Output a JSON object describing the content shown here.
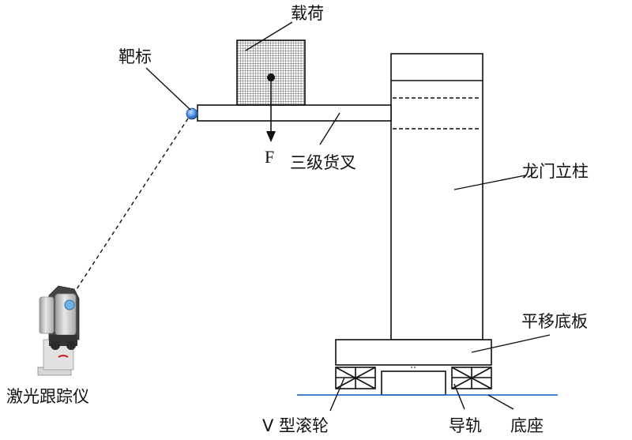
{
  "labels": {
    "load": "载荷",
    "target": "靶标",
    "force": "F",
    "fork": "三级货叉",
    "column": "龙门立柱",
    "base_plate": "平移底板",
    "tracker": "激光跟踪仪",
    "roller": "V 型滚轮",
    "rail": "导轨",
    "base": "底座"
  },
  "colors": {
    "line": "#111111",
    "rail_blue": "#2f6fcf",
    "target_blue": "#4a8fe0",
    "load_hatch": "#555555",
    "tracker_body": "#c9c9c9",
    "tracker_dark": "#333333",
    "tracker_logo": "#d42020"
  },
  "icons": {
    "tracker": "laser-tracker-icon",
    "target": "target-sphere-icon"
  }
}
